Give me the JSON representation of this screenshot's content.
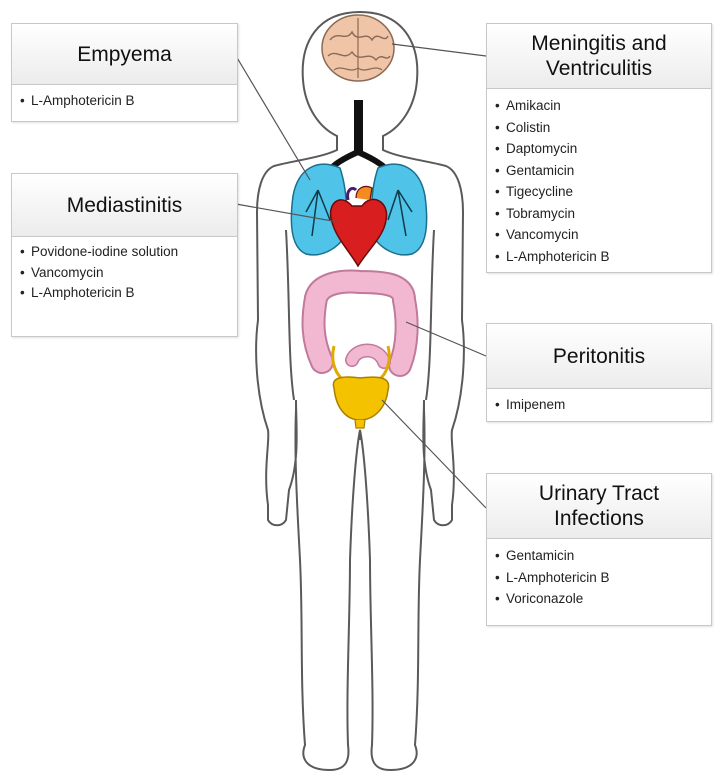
{
  "boxes": {
    "empyema": {
      "title": "Empyema",
      "items": [
        "L-Amphotericin  B"
      ]
    },
    "mediastinitis": {
      "title": "Mediastinitis",
      "items": [
        "Povidone-iodine solution",
        "Vancomycin",
        "L-Amphotericin  B"
      ]
    },
    "meningitis": {
      "title_line1": "Meningitis and",
      "title_line2": "Ventriculitis",
      "items": [
        "Amikacin",
        "Colistin",
        "Daptomycin",
        "Gentamicin",
        "Tigecycline",
        "Tobramycin",
        "Vancomycin",
        "L-Amphotericin  B"
      ]
    },
    "peritonitis": {
      "title": "Peritonitis",
      "items": [
        "Imipenem"
      ]
    },
    "urinary": {
      "title_line1": "Urinary Tract",
      "title_line2": "Infections",
      "items": [
        "Gentamicin",
        "L-Amphotericin  B",
        "Voriconazole"
      ]
    }
  },
  "colors": {
    "body_outline": "#5a5a5a",
    "lungs": "#4fc3e8",
    "heart": "#d81e1e",
    "colon": "#f2b8d2",
    "bladder": "#f5c200",
    "brain": "#f0c4a6",
    "trachea": "#111111",
    "connector": "#555555"
  },
  "icons": [
    "brain-icon",
    "lungs-icon",
    "heart-icon",
    "colon-icon",
    "bladder-icon"
  ]
}
